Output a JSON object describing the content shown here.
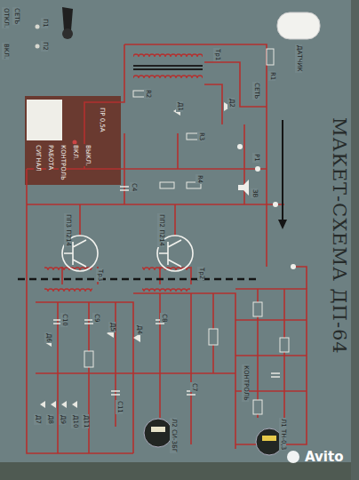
{
  "diagram": {
    "title": "МАКЕТ-СХЕМА ДП-64",
    "labels": [
      "ОТКЛ.",
      "СЕТЬ",
      "ВКЛ.",
      "П1",
      "П2",
      "СИГНАЛ",
      "РАБОТА",
      "КОНТРОЛЬ",
      "ВКЛ.",
      "ВЫКЛ.",
      "ПР 0,5А",
      "Тр1",
      "Д1",
      "Д2",
      "R1",
      "R2",
      "R3",
      "С4",
      "R4",
      "ЗВ",
      "Р1",
      "СЕТЬ",
      "ДАТЧИК",
      "ПП3 П214",
      "ПП2 П214",
      "Тр2",
      "Тр3",
      "Д4",
      "Д5",
      "Д6",
      "Д7",
      "Д8",
      "Д9",
      "Д10",
      "Д11",
      "С7",
      "С8",
      "С9",
      "С10",
      "С11",
      "КОНТРОЛЬ",
      "Л2 СИ-3БГ",
      "Л1 ТН-0,3",
      "Avito"
    ]
  }
}
